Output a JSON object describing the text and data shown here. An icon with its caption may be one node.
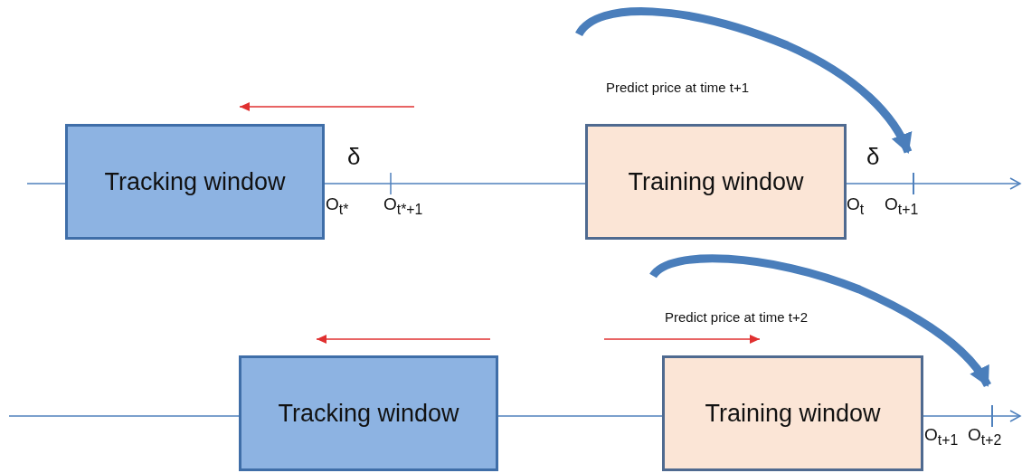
{
  "diagram": {
    "nodes": [
      {
        "text": [
          "Tracking window"
        ]
      },
      {
        "text": [
          "Training window"
        ]
      },
      {
        "text": [
          "Tracking window"
        ]
      },
      {
        "text": [
          "Training window"
        ]
      },
      {
        "text": [],
        "shape": "bar"
      },
      {
        "text": [],
        "shape": "bar"
      }
    ],
    "edges": [
      {
        "from": null,
        "to": 0,
        "arrow": "none"
      },
      {
        "from": 0,
        "to": 1,
        "arrow": "none"
      },
      {
        "from": 1,
        "to": null,
        "arrow": "to"
      },
      {
        "from": null,
        "to": 2,
        "arrow": "none"
      },
      {
        "from": 2,
        "to": 3,
        "arrow": "none"
      },
      {
        "from": 3,
        "to": null,
        "arrow": "to"
      },
      {
        "from": null,
        "to": 4,
        "arrow": "to",
        "style": "thick"
      },
      {
        "from": null,
        "to": 5,
        "arrow": "to",
        "style": "thick"
      }
    ],
    "labels": [
      "Predict price at time t+1",
      "δ",
      "δ",
      "O$_{t*}$",
      "O$_{t*+1}$",
      "O$_{t}$",
      "O$_{t+1}$",
      "Predict price at time t+2",
      "O$_{t+1}$",
      "O$_{t+2}$"
    ]
  }
}
